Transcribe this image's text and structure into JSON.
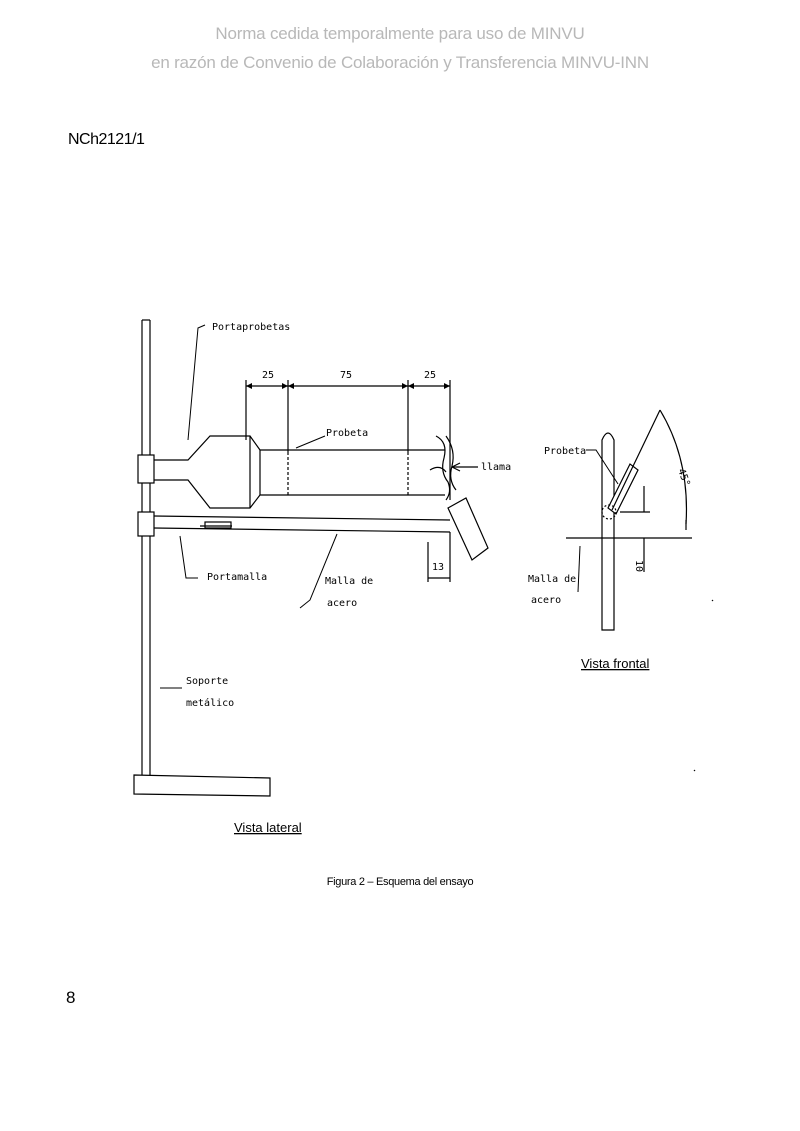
{
  "watermark": {
    "line1": "Norma cedida temporalmente para uso de MINVU",
    "line2": "en razón de Convenio de Colaboración y Transferencia MINVU-INN"
  },
  "header": {
    "document_code": "NCh2121/1"
  },
  "figure": {
    "caption": "Figura 2 – Esquema del ensayo",
    "side_view": {
      "title": "Vista lateral",
      "labels": {
        "specimen_holder": "Portaprobetas",
        "specimen": "Probeta",
        "flame": "llama",
        "mesh_holder": "Portamalla",
        "mesh_line1": "Malla de",
        "mesh_line2": "acero",
        "stand_line1": "Soporte",
        "stand_line2": "metálico"
      },
      "dimensions": {
        "d1": "25",
        "d2": "75",
        "d3": "25",
        "d4": "13"
      }
    },
    "front_view": {
      "title": "Vista frontal",
      "labels": {
        "specimen": "Probeta",
        "mesh_line1": "Malla de",
        "mesh_line2": "acero"
      },
      "dimensions": {
        "angle": "45°",
        "gap": "10"
      }
    }
  },
  "footer": {
    "page_number": "8"
  }
}
